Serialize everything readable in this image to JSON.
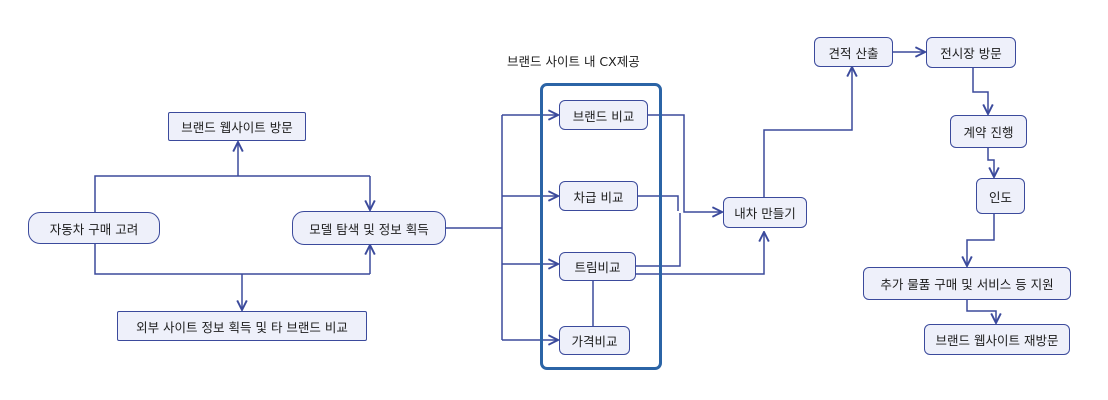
{
  "diagram": {
    "cx_title": "브랜드 사이트 내 CX제공",
    "nodes": {
      "consider": "자동차 구매 고려",
      "brand_site_visit": "브랜드 웹사이트 방문",
      "model_search": "모델 탐색 및 정보 획득",
      "external_compare": "외부 사이트 정보 획득 및 타 브랜드 비교",
      "brand_compare": "브랜드 비교",
      "class_compare": "차급 비교",
      "trim_compare": "트림비교",
      "price_compare": "가격비교",
      "build_my_car": "내차 만들기",
      "quote": "견적 산출",
      "showroom_visit": "전시장 방문",
      "contract": "계약 진행",
      "delivery": "인도",
      "extra_support": "추가 물품 구매  및 서비스 등 지원",
      "brand_site_revisit": "브랜드 웹사이트 재방문"
    },
    "colors": {
      "edge": "#3b4a9c",
      "node_fill": "#eef0fa",
      "node_border": "#3b4a9c",
      "cx_border": "#2b64a6"
    }
  }
}
